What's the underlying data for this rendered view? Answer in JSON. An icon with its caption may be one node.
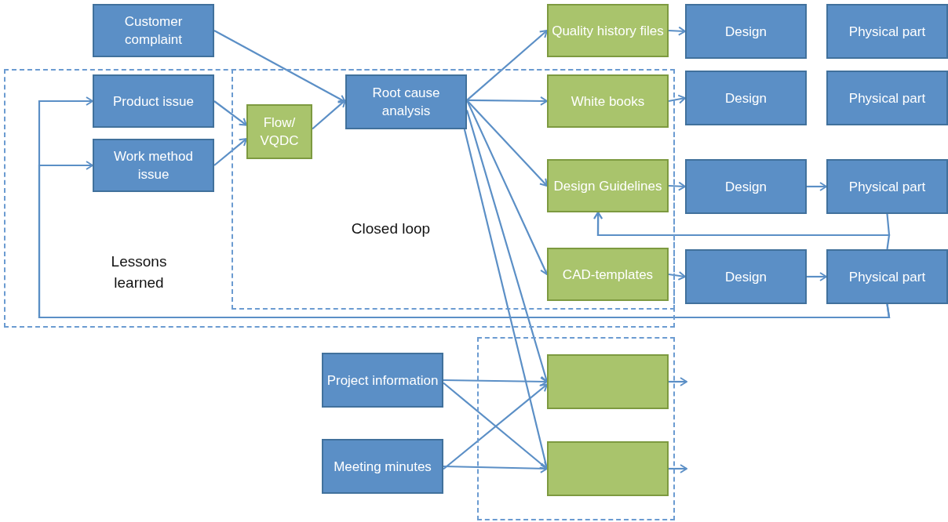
{
  "diagram": {
    "nodes": [
      {
        "text": [
          "Lessons learned"
        ]
      },
      {
        "text": [
          "Closed loop"
        ],
        "in": 0
      },
      {
        "text": [],
        "shape": "box"
      },
      {
        "text": [
          "Customer complaint"
        ]
      },
      {
        "text": [
          "Product issue"
        ],
        "in": 0
      },
      {
        "text": [
          "Work method issue"
        ],
        "in": 0
      },
      {
        "text": [
          "Flow/ VQDC"
        ],
        "in": 1
      },
      {
        "text": [
          "Root cause analysis"
        ],
        "in": 1
      },
      {
        "text": [
          "Quality history files"
        ]
      },
      {
        "text": [
          "White books"
        ],
        "in": 1
      },
      {
        "text": [
          "Design Guidelines"
        ],
        "in": 1
      },
      {
        "text": [
          "CAD-templates"
        ],
        "in": 1
      },
      {
        "text": [
          "Design"
        ]
      },
      {
        "text": [
          "Physical part"
        ]
      },
      {
        "text": [
          "Design"
        ]
      },
      {
        "text": [
          "Physical part"
        ]
      },
      {
        "text": [
          "Design"
        ]
      },
      {
        "text": [
          "Physical part"
        ]
      },
      {
        "text": [
          "Design"
        ]
      },
      {
        "text": [
          "Physical part"
        ]
      },
      {
        "text": [
          "Project information"
        ]
      },
      {
        "text": [
          "Meeting minutes"
        ]
      },
      {
        "text": [],
        "shape": "box",
        "in": 2
      },
      {
        "text": [],
        "shape": "box",
        "in": 2
      }
    ],
    "edges": [
      {
        "from": 3,
        "to": 7,
        "arrow": "to"
      },
      {
        "from": 4,
        "to": 6,
        "arrow": "to"
      },
      {
        "from": 5,
        "to": 6,
        "arrow": "to"
      },
      {
        "from": 6,
        "to": 7,
        "arrow": "to"
      },
      {
        "from": 7,
        "to": 8,
        "arrow": "to"
      },
      {
        "from": 7,
        "to": 9,
        "arrow": "to"
      },
      {
        "from": 7,
        "to": 10,
        "arrow": "to"
      },
      {
        "from": 7,
        "to": 11,
        "arrow": "to"
      },
      {
        "from": 7,
        "to": 22,
        "arrow": "to"
      },
      {
        "from": 7,
        "to": 23,
        "arrow": "to"
      },
      {
        "from": 8,
        "to": 12,
        "arrow": "to"
      },
      {
        "from": 9,
        "to": 14,
        "arrow": "to"
      },
      {
        "from": 10,
        "to": 16,
        "arrow": "to"
      },
      {
        "from": 16,
        "to": 17,
        "arrow": "to"
      },
      {
        "from": 11,
        "to": 18,
        "arrow": "to"
      },
      {
        "from": 18,
        "to": 19,
        "arrow": "to"
      },
      {
        "from": 17,
        "to": 10,
        "arrow": "to"
      },
      {
        "from": 19,
        "to": 10,
        "arrow": "to"
      },
      {
        "from": 19,
        "to": 4,
        "arrow": "to"
      },
      {
        "from": 19,
        "to": 5,
        "arrow": "to"
      },
      {
        "from": 20,
        "to": 22,
        "arrow": "to"
      },
      {
        "from": 20,
        "to": 23,
        "arrow": "to"
      },
      {
        "from": 21,
        "to": 22,
        "arrow": "to"
      },
      {
        "from": 21,
        "to": 23,
        "arrow": "to"
      },
      {
        "from": 22,
        "to": null,
        "arrow": "to"
      },
      {
        "from": 23,
        "to": null,
        "arrow": "to"
      }
    ]
  }
}
